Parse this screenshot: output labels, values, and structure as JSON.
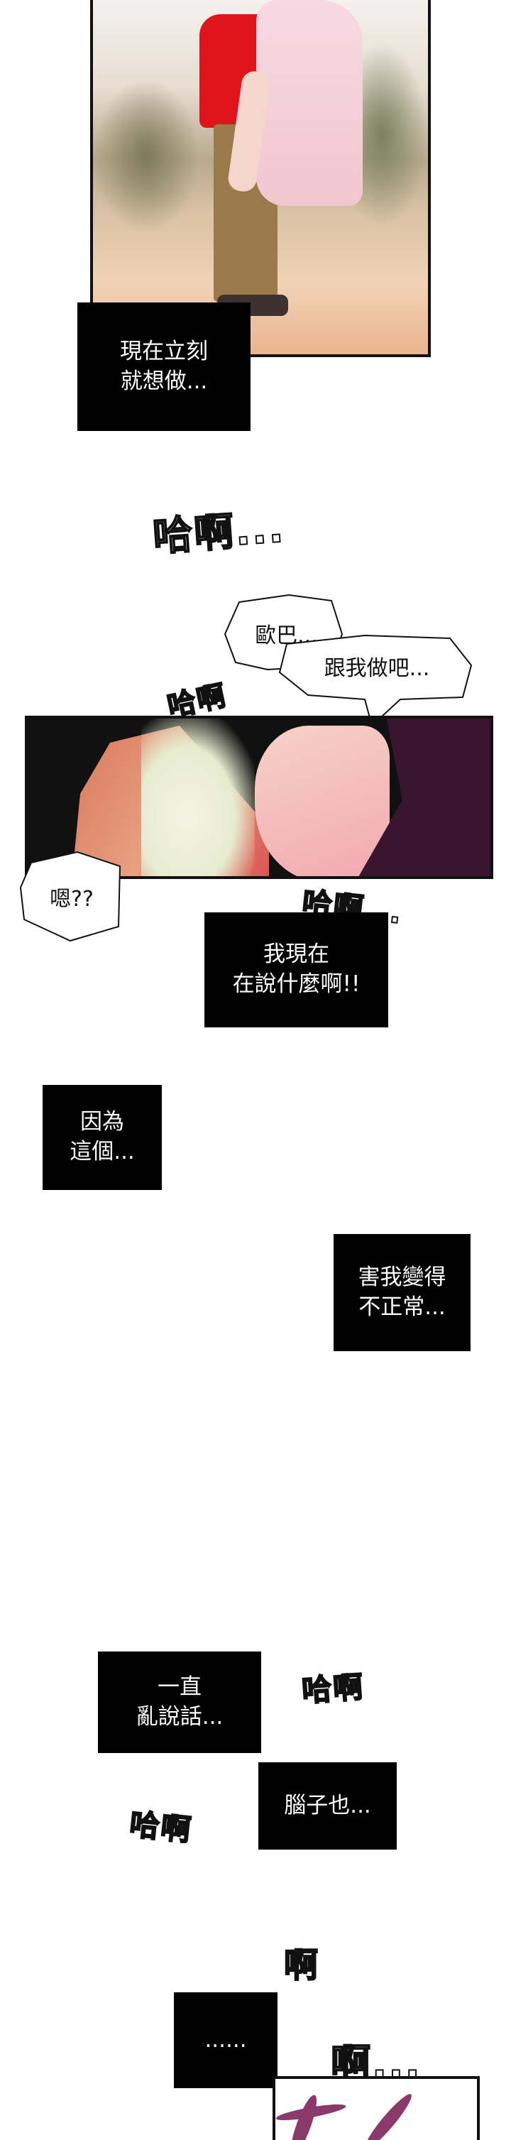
{
  "captions": {
    "c1": "現在立刻\n就想做...",
    "c2": "我現在\n在說什麼啊!!",
    "c3": "因為\n這個...",
    "c4": "害我變得\n不正常...",
    "c5": "一直\n亂說話...",
    "c6": "腦子也...",
    "c7": "......"
  },
  "bubbles": {
    "b1": "歐巴...",
    "b2": "跟我做吧...",
    "b3": "嗯??"
  },
  "sfx": {
    "s1": "哈啊...",
    "s2": "哈啊",
    "s3": "哈啊...",
    "s4": "哈啊",
    "s5": "哈啊",
    "s6": "啊",
    "s7": "啊..."
  },
  "colors": {
    "shirt": "#e0141b",
    "pants": "#9a7a4a",
    "hair": "#3a1530",
    "skin": "#e8846a"
  }
}
